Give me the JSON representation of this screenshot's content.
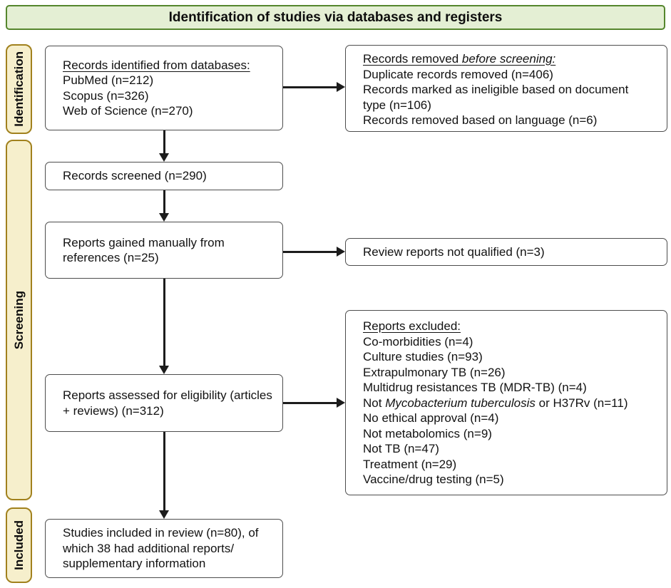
{
  "title": "Identification of studies via databases and registers",
  "stages": {
    "identification": "Identification",
    "screening": "Screening",
    "included": "Included"
  },
  "colors": {
    "header_fill": "#e4efd4",
    "header_border": "#55862d",
    "stage_fill": "#f6efcc",
    "stage_border": "#a1811d",
    "box_border": "#4d4d4d",
    "arrow": "#1c1c1c"
  },
  "boxes": {
    "identified": {
      "heading": "Records identified from databases:",
      "lines": [
        "PubMed (n=212)",
        "Scopus (n=326)",
        "Web of Science (n=270)"
      ]
    },
    "removed": {
      "heading": [
        {
          "t": "Records removed "
        },
        {
          "t": "before screening:",
          "i": true
        }
      ],
      "lines": [
        "Duplicate records removed (n=406)",
        "Records marked as ineligible based on document type (n=106)",
        "Records removed based on language (n=6)"
      ]
    },
    "screened": {
      "text": "Records screened (n=290)"
    },
    "manual_reports": {
      "text": "Reports gained manually from references (n=25)"
    },
    "not_qualified": {
      "text": "Review reports not qualified (n=3)"
    },
    "assessed": {
      "text": "Reports assessed for eligibility (articles + reviews) (n=312)"
    },
    "excluded": {
      "heading": "Reports excluded:",
      "lines": [
        "Co-morbidities (n=4)",
        "Culture studies (n=93)",
        "Extrapulmonary TB (n=26)",
        "Multidrug resistances TB (MDR-TB) (n=4)",
        [
          {
            "t": "Not "
          },
          {
            "t": "Mycobacterium tuberculosis",
            "i": true
          },
          {
            "t": " or H37Rv (n=11)"
          }
        ],
        "No ethical approval (n=4)",
        "Not metabolomics (n=9)",
        "Not TB (n=47)",
        "Treatment (n=29)",
        "Vaccine/drug testing (n=5)"
      ]
    },
    "included_studies": {
      "text": "Studies included in review (n=80), of which 38 had additional reports/ supplementary information"
    }
  }
}
